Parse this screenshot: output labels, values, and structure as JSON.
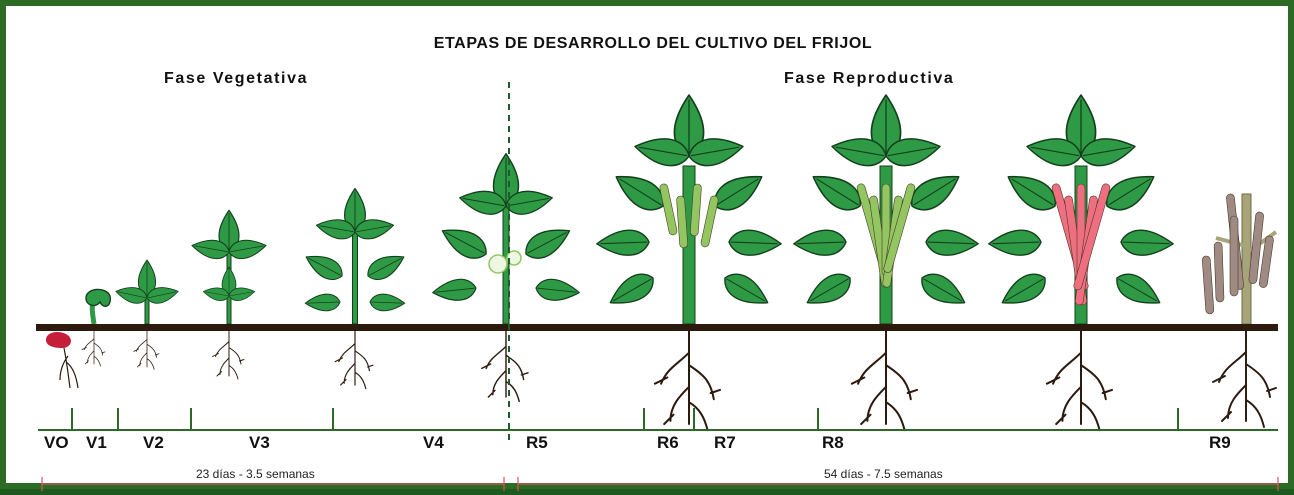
{
  "title": "ETAPAS  DE DESARROLLO DEL CULTIVO DEL FRIJOL",
  "phases": {
    "vegetative": "Fase Vegetativa",
    "reproductive": "Fase Reproductiva"
  },
  "stages": [
    "VO",
    "V1",
    "V2",
    "V3",
    "V4",
    "R5",
    "R6",
    "R7",
    "R8",
    "R9"
  ],
  "durations": {
    "vegetative": "23 días - 3.5 semanas",
    "reproductive": "54 días - 7.5 semanas"
  },
  "colors": {
    "frame": "#2c6b26",
    "leaf": "#2f9a45",
    "leaf_vein": "#13401c",
    "ground": "#2c1a0e",
    "green_pod": "#93c560",
    "red_pod": "#ef6f80",
    "dry_plant": "#a08a84",
    "seed": "#c41e3a",
    "timeline": "#2c6b26",
    "duration_line": "#e0505a"
  }
}
